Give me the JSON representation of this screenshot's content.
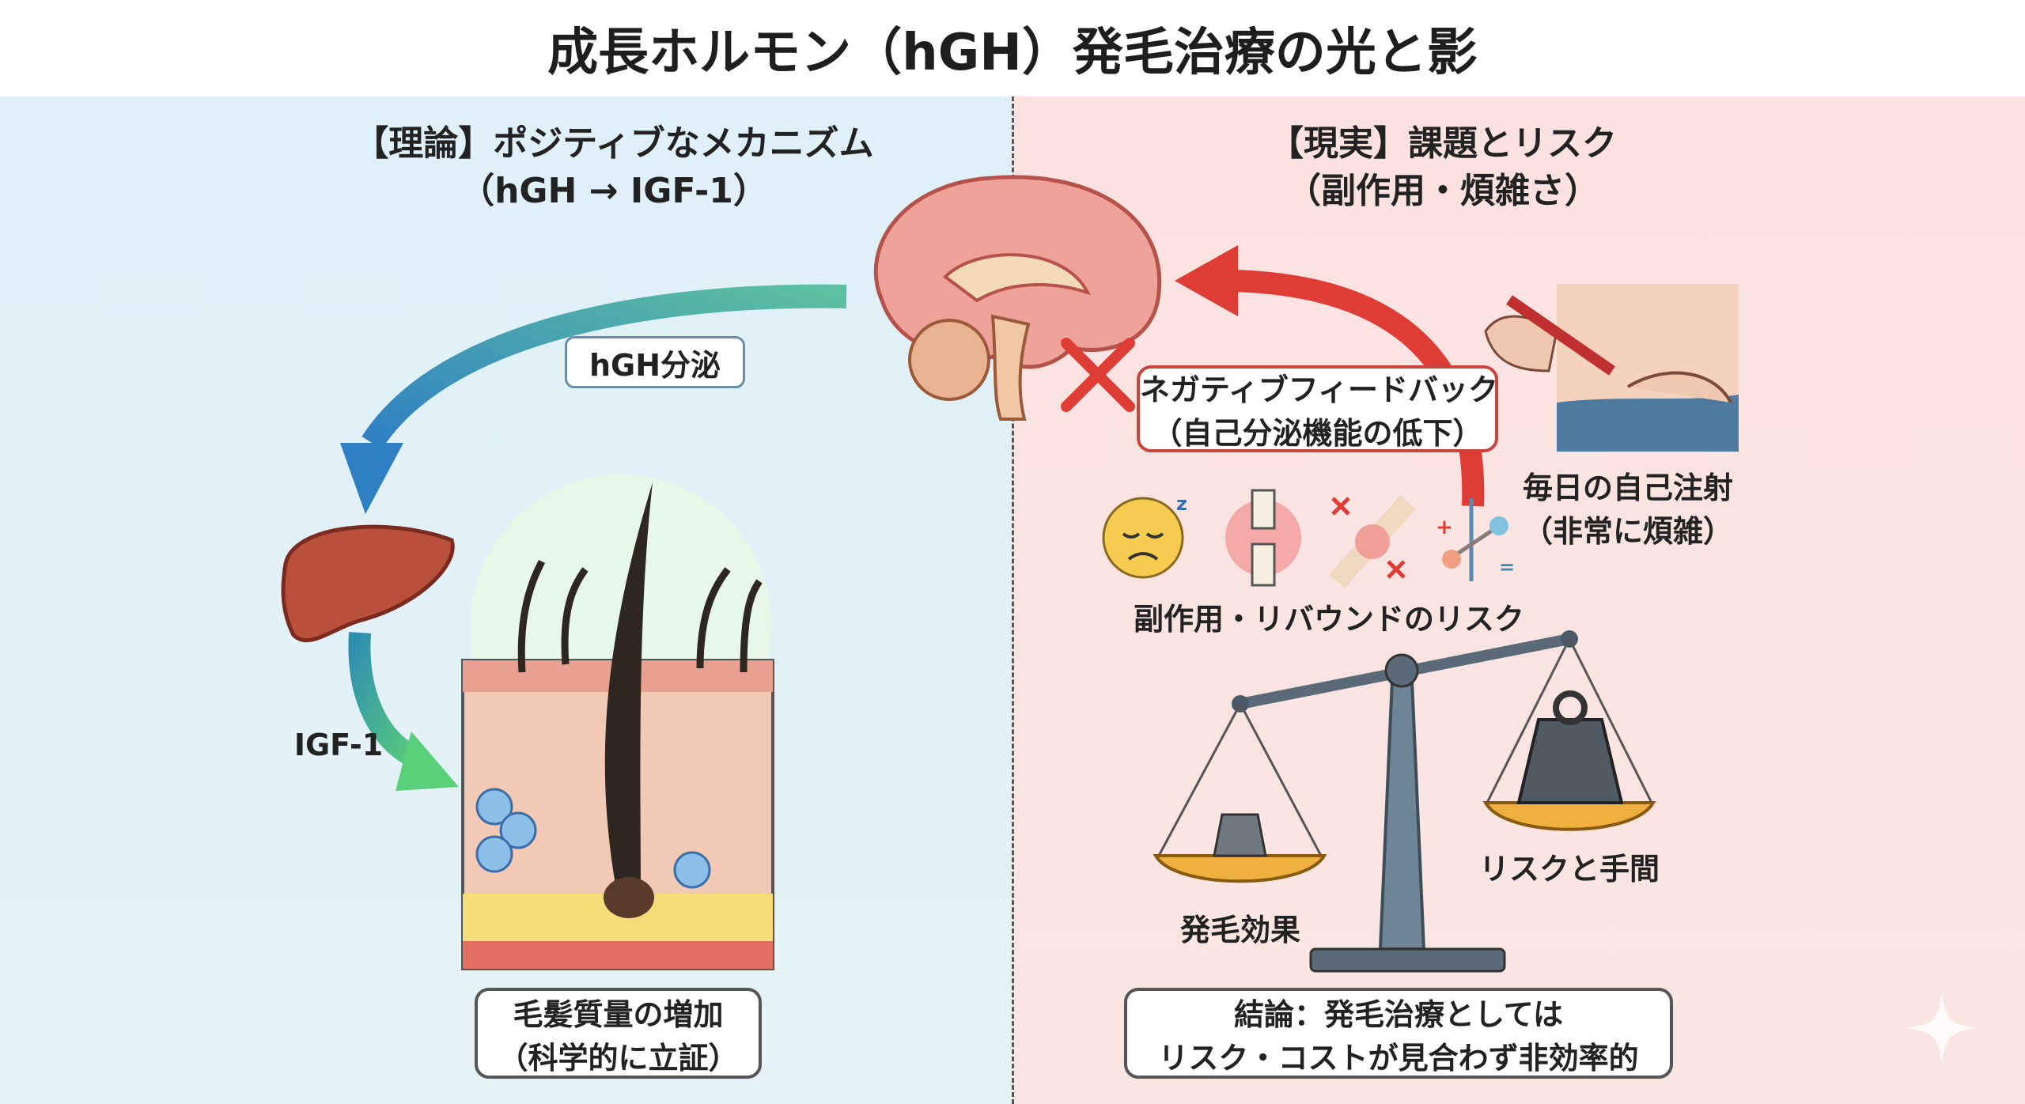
{
  "title": "成長ホルモン（hGH）発毛治療の光と影",
  "left": {
    "heading_line1": "【理論】ポジティブなメカニズム",
    "heading_line2": "（hGH → IGF-1）",
    "hgh_label": "hGH分泌",
    "igf_label": "IGF-1",
    "result_line1": "毛髪質量の増加",
    "result_line2": "（科学的に立証）"
  },
  "right": {
    "heading_line1": "【現実】課題とリスク",
    "heading_line2": "（副作用・煩雑さ）",
    "feedback_line1": "ネガティブフィードバック",
    "feedback_line2": "（自己分泌機能の低下）",
    "injection_line1": "毎日の自己注射",
    "injection_line2": "（非常に煩雑）",
    "side_effects": "副作用・リバウンドのリスク",
    "scale_left": "発毛効果",
    "scale_right": "リスクと手間",
    "conclusion_line1": "結論：発毛治療としては",
    "conclusion_line2": "リスク・コストが見合わず非効率的"
  },
  "colors": {
    "left_bg": "#dff0f9",
    "right_bg": "#fbe2e0",
    "red": "#e03c36",
    "blue_arrow": "#3d8fc8",
    "green_arrow": "#4cbf73"
  }
}
